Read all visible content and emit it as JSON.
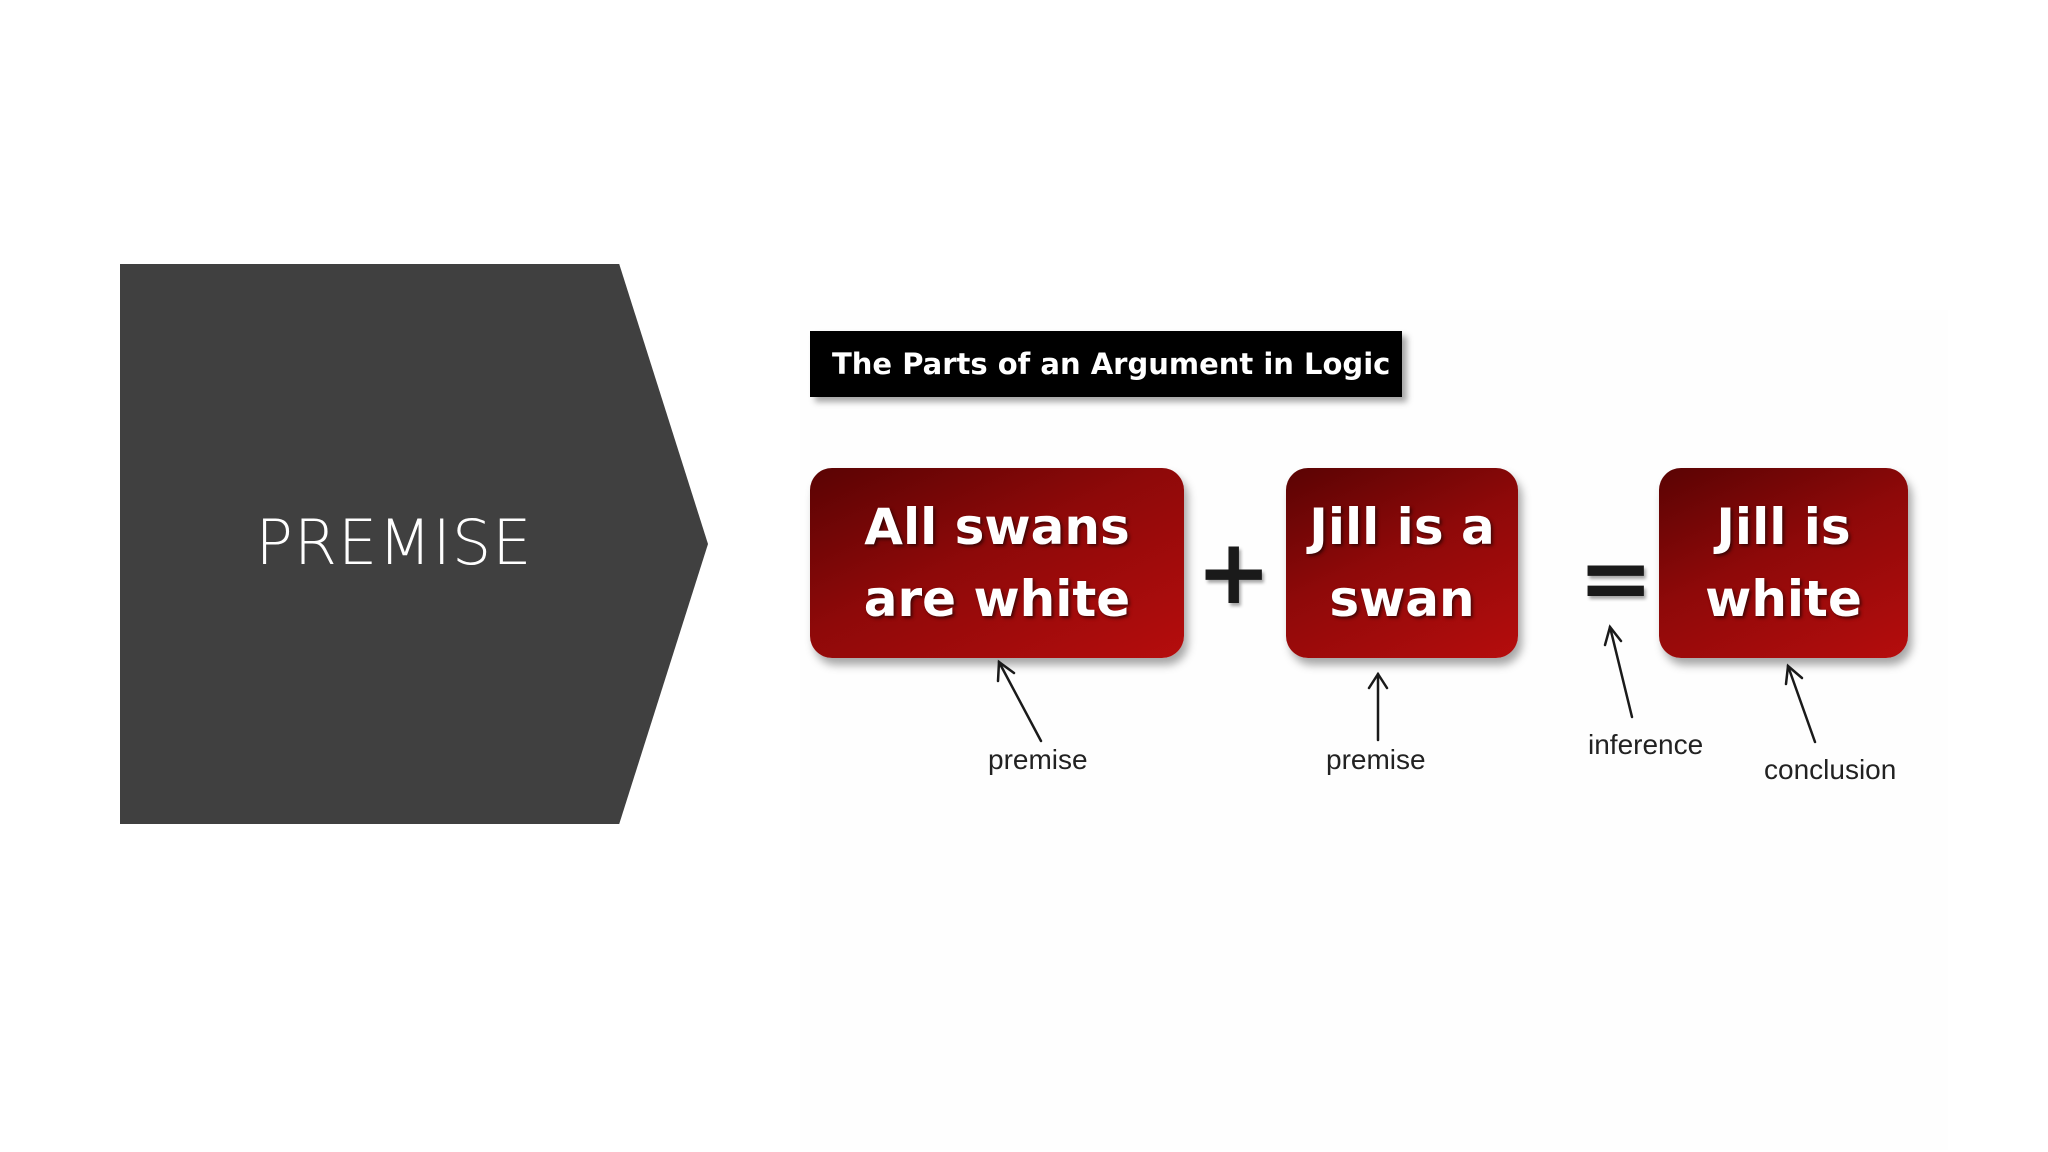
{
  "chevron": {
    "label": "PREMISE",
    "color": "#404040"
  },
  "diagram": {
    "title": "The Parts of an Argument in Logic",
    "boxes": [
      {
        "text": "All swans\nare white"
      },
      {
        "text": "Jill is a\nswan"
      },
      {
        "text": "Jill is\nwhite"
      }
    ],
    "operators": [
      "+",
      "="
    ],
    "labels": [
      "premise",
      "premise",
      "inference",
      "conclusion"
    ],
    "box_color": "#8e0909"
  }
}
